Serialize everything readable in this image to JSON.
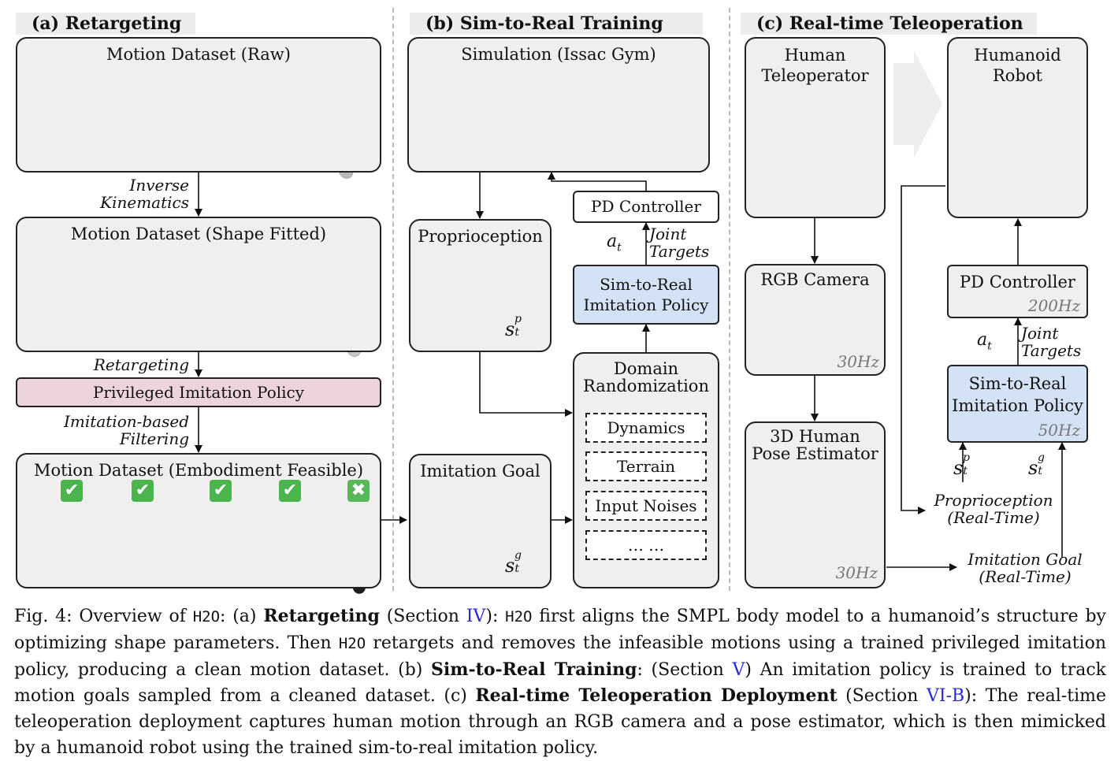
{
  "sections": {
    "a": "(a) Retargeting",
    "b": "(b) Sim-to-Real Training",
    "c": "(c) Real-time Teleoperation"
  },
  "retargeting": {
    "raw_title": "Motion Dataset (Raw)",
    "ik_label_1": "Inverse",
    "ik_label_2": "Kinematics",
    "fitted_title": "Motion Dataset (Shape Fitted)",
    "retarget_label": "Retargeting",
    "privileged_policy": "Privileged Imitation Policy",
    "filter_label_1": "Imitation-based",
    "filter_label_2": "Filtering",
    "feasible_title": "Motion Dataset (Embodiment Feasible)",
    "marks": [
      "✔",
      "✔",
      "✔",
      "✔",
      "✖"
    ]
  },
  "training": {
    "sim_title": "Simulation (Issac Gym)",
    "proprio_title": "Proprioception",
    "pd_controller": "PD Controller",
    "action": "a",
    "action_sub": "t",
    "joint_targets_1": "Joint",
    "joint_targets_2": "Targets",
    "policy_1": "Sim-to-Real",
    "policy_2": "Imitation Policy",
    "dr_title_1": "Domain",
    "dr_title_2": "Randomization",
    "dr_items": [
      "Dynamics",
      "Terrain",
      "Input Noises",
      "… …"
    ],
    "goal_title": "Imitation Goal",
    "s_base": "s",
    "s_sub": "t",
    "s_p": "p",
    "s_g": "g"
  },
  "teleop": {
    "human_1": "Human",
    "human_2": "Teleoperator",
    "robot_1": "Humanoid",
    "robot_2": "Robot",
    "camera": "RGB Camera",
    "camera_freq": "30Hz",
    "pose_1": "3D Human",
    "pose_2": "Pose Estimator",
    "pose_freq": "30Hz",
    "pd_controller": "PD Controller",
    "pd_freq": "200Hz",
    "action": "a",
    "action_sub": "t",
    "joint_targets_1": "Joint",
    "joint_targets_2": "Targets",
    "policy_1": "Sim-to-Real",
    "policy_2": "Imitation Policy",
    "policy_freq": "50Hz",
    "proprio_1": "Proprioception",
    "proprio_2": "(Real-Time)",
    "goal_1": "Imitation Goal",
    "goal_2": "(Real-Time)"
  },
  "caption": {
    "fig": "Fig. 4: Overview of ",
    "h2o": "H2O",
    "p1": ": (a) ",
    "b1": "Retargeting",
    "p2": " (Section ",
    "r1": "IV",
    "p3": "): ",
    "p4": " first aligns the SMPL body model to a humanoid’s structure by optimizing shape parameters. Then ",
    "p5": " retargets and removes the infeasible motions using a trained privileged imitation policy, producing a clean motion dataset. (b) ",
    "b2": "Sim-to-Real Training",
    "p6": ": (Section ",
    "r2": "V",
    "p7": ") An imitation policy is trained to track motion goals sampled from a cleaned dataset. (c) ",
    "b3": "Real-time Teleoperation Deployment",
    "p8": " (Section ",
    "r3": "VI-B",
    "p9": "): The real-time teleoperation deployment captures human motion through an RGB camera and a pose estimator, which is then mimicked by a humanoid robot using the trained sim-to-real imitation policy."
  },
  "colors": {
    "box_fill": "#efefef",
    "privileged_fill": "#ecd3dc",
    "policy_fill": "#d3e3f5",
    "check_green": "#4cb44c",
    "cross_green": "#58b858",
    "mannequin_grey": "#b8b8b8",
    "robot_black": "#1e1e1e",
    "glove_red": "#c21c24",
    "marker_orange": "#f0a020",
    "pose_dot_red": "#c4161c",
    "link_blue": "#2a2ad0"
  }
}
